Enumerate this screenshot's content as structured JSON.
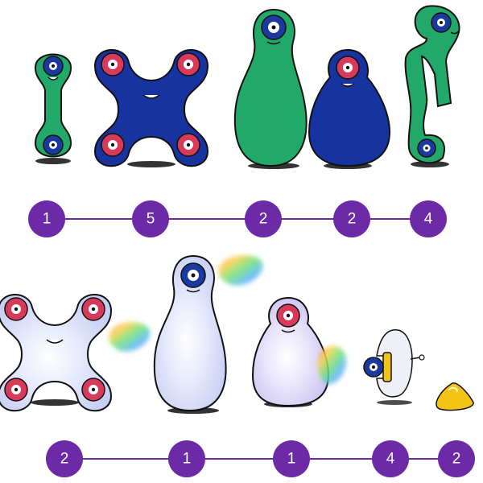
{
  "colors": {
    "badge_purple": "#6d2aa7",
    "creature_green": "#22a96a",
    "creature_blue": "#1733a0",
    "eye_red": "#d83a5a",
    "eye_blue": "#1a3aa0",
    "glass_lavender": "#dfe4fb",
    "slime_yellow": "#f3c316",
    "outline": "#111111"
  },
  "top_row": {
    "counts": [
      "1",
      "5",
      "2",
      "2",
      "4"
    ],
    "figures": [
      "green-dumbbell-creature-icon",
      "blue-four-eyed-x-creature-icon",
      "tall-green-blob-creature-icon",
      "round-blue-blob-creature-icon",
      "twisted-green-ribbon-creature-icon"
    ]
  },
  "bottom_row": {
    "counts": [
      "2",
      "1",
      "1",
      "4",
      "2"
    ],
    "figures": [
      "glassy-four-eyed-x-creature-icon",
      "tall-glassy-blob-creature-icon",
      "round-glassy-blob-creature-icon",
      "side-view-saucer-creature-icon",
      "yellow-slime-drop-icon"
    ]
  }
}
